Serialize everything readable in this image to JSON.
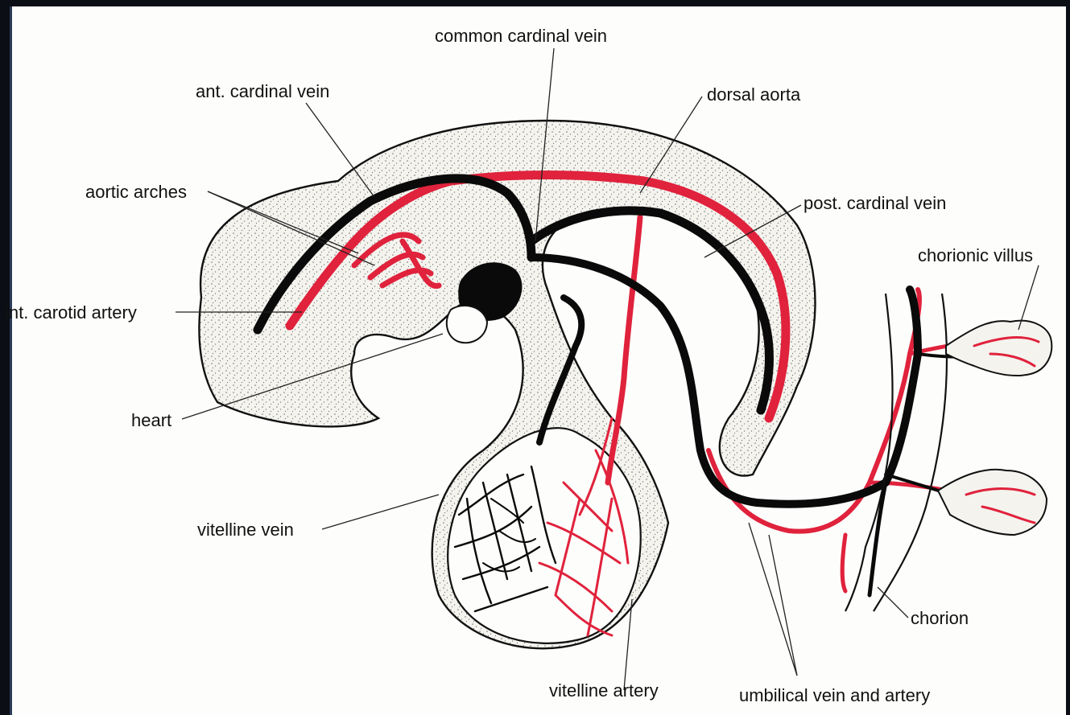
{
  "diagram": {
    "labels": {
      "common_cardinal_vein": "common cardinal vein",
      "ant_cardinal_vein": "ant. cardinal vein",
      "dorsal_aorta": "dorsal aorta",
      "aortic_arches": "aortic arches",
      "post_cardinal_vein": "post. cardinal vein",
      "chorionic_villus": "chorionic villus",
      "int_carotid_artery": "int. carotid artery",
      "heart": "heart",
      "vitelline_vein": "vitelline vein",
      "chorion": "chorion",
      "vitelline_artery": "vitelline artery",
      "umbilical_vein_and_artery": "umbilical vein and artery"
    },
    "colors": {
      "artery": "#e0223c",
      "vein": "#0a0a0a",
      "tissue_stipple": "#6b6b6b",
      "background": "#fdfdfb",
      "frame": "#0b0e14"
    }
  }
}
